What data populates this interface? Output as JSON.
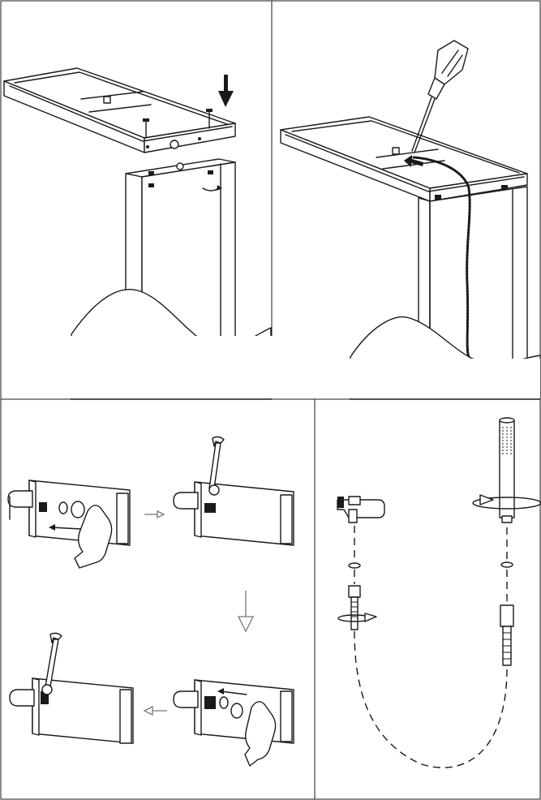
{
  "document": {
    "type": "assembly-instructions",
    "panels": [
      {
        "id": "step-1",
        "icons": [
          "down-arrow-icon",
          "screw-icon",
          "rotate-icon"
        ]
      },
      {
        "id": "step-2",
        "icons": [
          "screwdriver-icon",
          "left-arrow-icon",
          "hose-icon"
        ]
      },
      {
        "id": "step-3",
        "icons": [
          "hand-icon",
          "wrench-icon",
          "right-arrow-icon",
          "down-arrow-icon",
          "left-arrow-icon"
        ]
      },
      {
        "id": "step-4",
        "icons": [
          "wall-bracket-icon",
          "hand-shower-icon",
          "washer-icon",
          "rotate-icon",
          "hose-icon"
        ]
      }
    ]
  }
}
